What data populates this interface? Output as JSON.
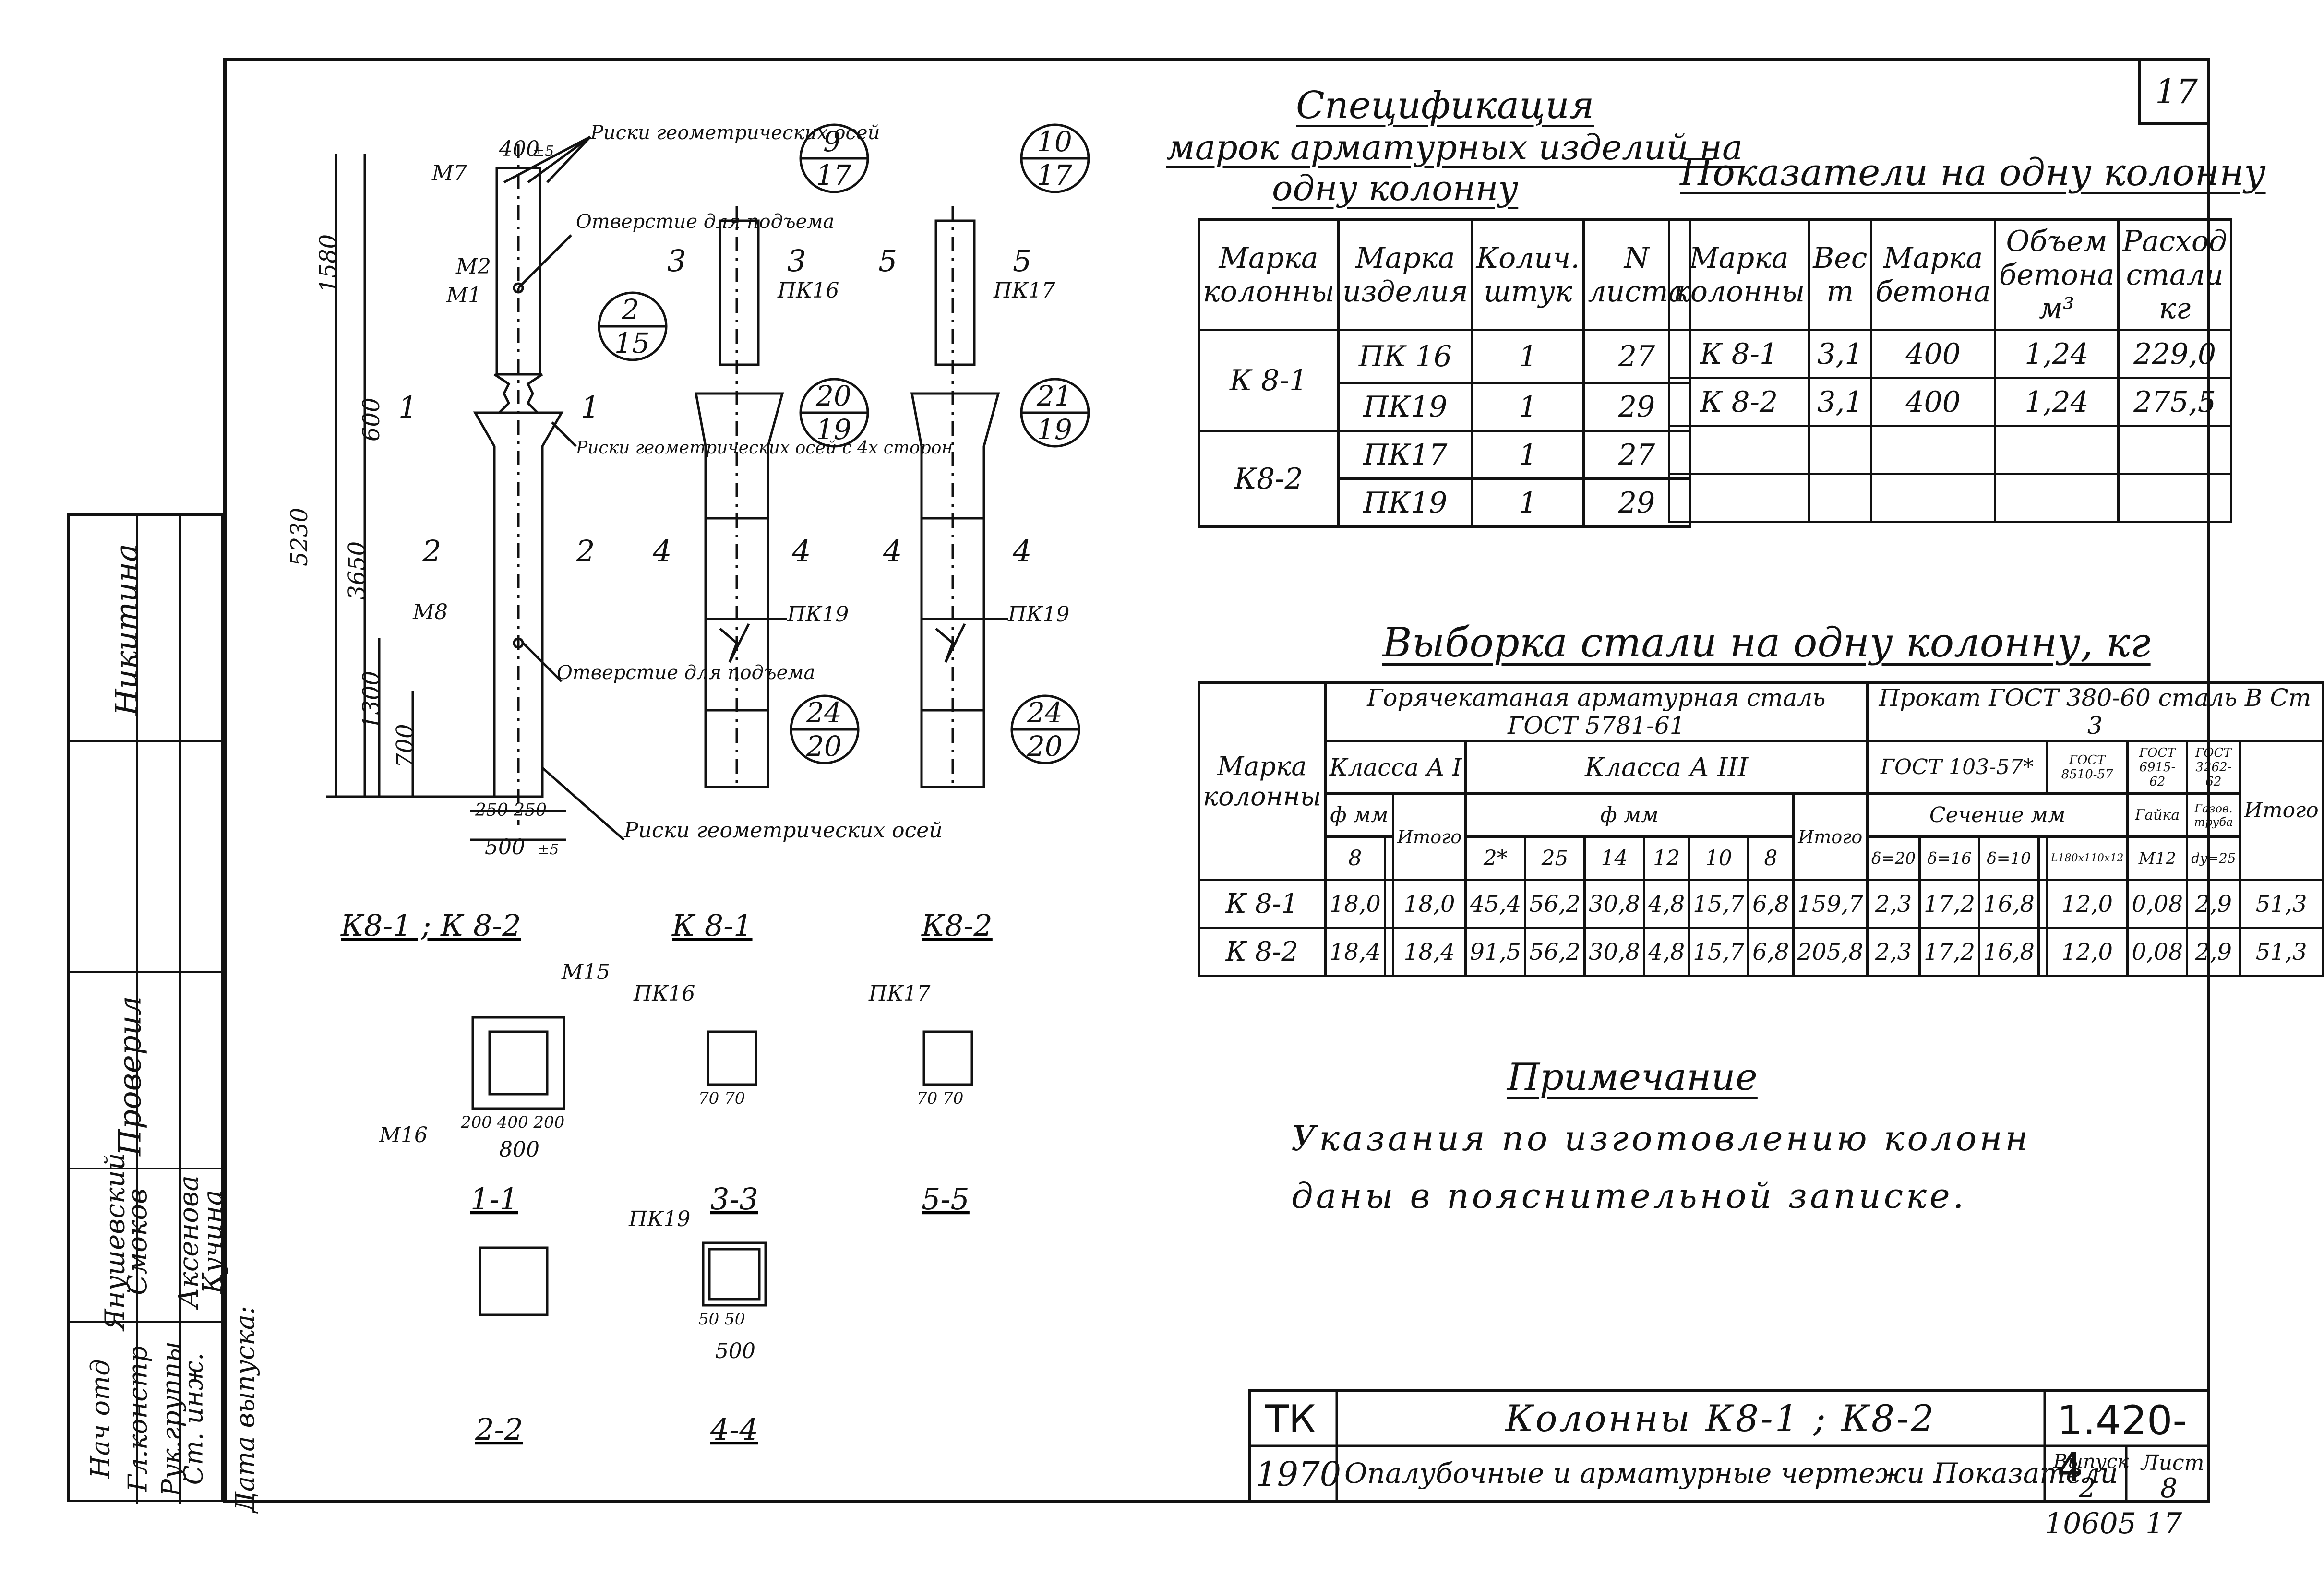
{
  "sheet": {
    "corner_number": "17",
    "footer_number": "10605  17"
  },
  "spec": {
    "title1": "Спецификация",
    "title2": "марок арматурных изделий на",
    "title3": "одну колонну",
    "headers": [
      "Марка колонны",
      "Марка изделия",
      "Колич. штук",
      "N листа"
    ],
    "rows": [
      {
        "col": "К 8-1",
        "item": "ПК 16",
        "qty": "1",
        "sheet": "27"
      },
      {
        "col": "",
        "item": "ПК19",
        "qty": "1",
        "sheet": "29"
      },
      {
        "col": "К8-2",
        "item": "ПК17",
        "qty": "1",
        "sheet": "27"
      },
      {
        "col": "",
        "item": "ПК19",
        "qty": "1",
        "sheet": "29"
      }
    ]
  },
  "indicators": {
    "title": "Показатели на одну колонну",
    "headers": [
      "Марка колонны",
      "Вес т",
      "Марка бетона",
      "Объем бетона м³",
      "Расход стали кг"
    ],
    "rows": [
      [
        "К 8-1",
        "3,1",
        "400",
        "1,24",
        "229,0"
      ],
      [
        "К 8-2",
        "3,1",
        "400",
        "1,24",
        "275,5"
      ]
    ]
  },
  "steel": {
    "title": "Выборка стали на одну колонну, кг",
    "h_mark": "Марка колонны",
    "h_hot": "Горячекатаная арматурная сталь ГОСТ 5781-61",
    "h_rolled": "Прокат ГОСТ 380-60 сталь В Ст 3",
    "h_class1": "Класса А I",
    "h_class3": "Класса А III",
    "h_gost103": "ГОСТ 103-57*",
    "h_gost8510": "ГОСТ 8510-57",
    "h_gost6915": "ГОСТ 6915-62",
    "h_gost3262": "ГОСТ 3262-62",
    "h_phi": "ф мм",
    "h_section": "Сечение мм",
    "h_total": "Итого",
    "h_nut": "Гайка",
    "h_pipe": "Газов. труба",
    "sub_diam": [
      "8",
      "",
      "2*",
      "25",
      "14",
      "12",
      "10",
      "8",
      ""
    ],
    "sub_sec": [
      "δ=20",
      "δ=16",
      "δ=10",
      "",
      "L180x110x12",
      "М12",
      "dу=25",
      ""
    ],
    "rows": [
      [
        "К 8-1",
        "18,0",
        "",
        "18,0",
        "45,4",
        "56,2",
        "30,8",
        "4,8",
        "15,7",
        "6,8",
        "159,7",
        "2,3",
        "17,2",
        "16,8",
        "",
        "12,0",
        "0,08",
        "2,9",
        "51,3"
      ],
      [
        "К 8-2",
        "18,4",
        "",
        "18,4",
        "91,5",
        "56,2",
        "30,8",
        "4,8",
        "15,7",
        "6,8",
        "205,8",
        "2,3",
        "17,2",
        "16,8",
        "",
        "12,0",
        "0,08",
        "2,9",
        "51,3"
      ]
    ]
  },
  "note": {
    "title": "Примечание",
    "line1": "Указания по изготовлению колонн",
    "line2": "даны в пояснительной записке."
  },
  "titleblock": {
    "org": "ТК",
    "year": "1970",
    "title": "Колонны К8-1 ; К8-2",
    "subtitle": "Опалубочные и арматурные чертежи Показатели",
    "series": "1.420-4",
    "issue_label": "Выпуск",
    "issue": "2",
    "sheet_label": "Лист",
    "sheet": "8"
  },
  "stamp": {
    "roles": [
      "Нач отд",
      "Гл.констр",
      "Рук.группы",
      "Ст. инж.",
      "Дата выпуска:"
    ],
    "names": [
      "Янушевский",
      "Смоков",
      "Аксенова",
      "Кучина"
    ],
    "checked_label": "Проверил",
    "checked_name": "Никитина"
  },
  "drawing": {
    "dim_1580": "1580",
    "dim_3650": "3650",
    "dim_5230": "5230",
    "dim_1300": "1300",
    "dim_700": "700",
    "dim_600": "600",
    "dim_400": "400",
    "dim_500": "500",
    "dim_250_250": "250  250",
    "tol": "±5",
    "m7": "М7",
    "m2": "М2",
    "m1": "М1",
    "m8": "М8",
    "m15": "М15",
    "m16": "М16",
    "label_risks1": "Риски геометрических осей",
    "label_hole1": "Отверстие для подъема",
    "label_risks2": "Риски геометрических осей с 4х сторон",
    "label_hole2": "Отверстие для подъема",
    "label_risks3": "Риски геометрических осей",
    "pk16": "ПК16",
    "pk17": "ПК17",
    "pk19": "ПК19",
    "callouts": [
      {
        "top": "9",
        "bottom": "17"
      },
      {
        "top": "10",
        "bottom": "17"
      },
      {
        "top": "2",
        "bottom": "15"
      },
      {
        "top": "20",
        "bottom": "19"
      },
      {
        "top": "21",
        "bottom": "19"
      },
      {
        "top": "24",
        "bottom": "20"
      },
      {
        "top": "24",
        "bottom": "20"
      }
    ],
    "sec_k81k82": "К8-1 ; К 8-2",
    "sec_k81": "К 8-1",
    "sec_k82": "К8-2",
    "sec_11": "1-1",
    "sec_33": "3-3",
    "sec_55": "5-5",
    "sec_22": "2-2",
    "sec_44": "4-4",
    "dim_800": "800",
    "dim_200_400_200": "200  400  200",
    "dim_70_70": "70  70",
    "dim_50_50": "50  50",
    "cut_marks": [
      "1",
      "1",
      "2",
      "2",
      "3",
      "3",
      "4",
      "4",
      "5",
      "5",
      "4",
      "4"
    ]
  }
}
